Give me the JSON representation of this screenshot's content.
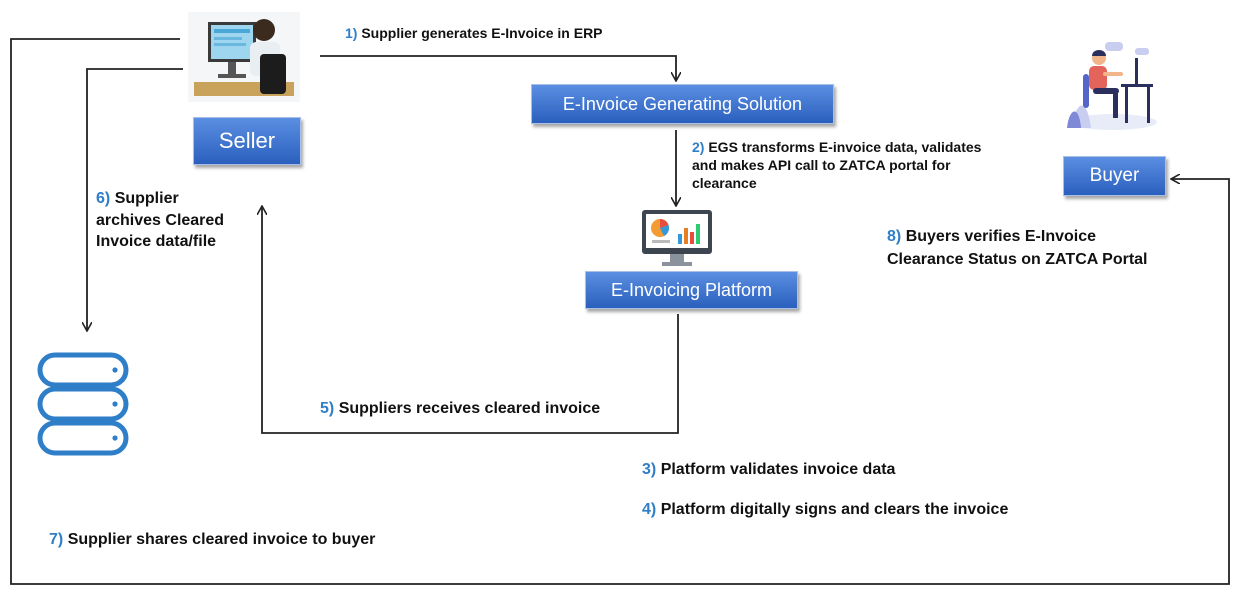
{
  "nodes": {
    "seller": "Seller",
    "egs": "E-Invoice Generating Solution",
    "platform": "E-Invoicing Platform",
    "buyer": "Buyer"
  },
  "steps": [
    {
      "num": "1)",
      "text": "Supplier generates E-Invoice in ERP"
    },
    {
      "num": "2)",
      "lines": [
        "EGS transforms E-invoice data, validates",
        "and makes API call to ZATCA portal for",
        "clearance"
      ]
    },
    {
      "num": "3)",
      "text": "Platform validates invoice data"
    },
    {
      "num": "4)",
      "text": "Platform digitally signs and clears the invoice"
    },
    {
      "num": "5)",
      "text": "Suppliers receives cleared invoice"
    },
    {
      "num": "6)",
      "lines": [
        "Supplier",
        "archives Cleared",
        "Invoice data/file"
      ]
    },
    {
      "num": "7)",
      "text": "Supplier shares cleared invoice to buyer"
    },
    {
      "num": "8)",
      "lines": [
        "Buyers verifies E-Invoice",
        "Clearance Status on ZATCA Portal"
      ]
    }
  ],
  "icons": [
    "seller-person-computer-icon",
    "buyer-person-desk-icon",
    "platform-monitor-charts-icon",
    "database-icon"
  ],
  "colors": {
    "box_top": "#5b8fe2",
    "box_bottom": "#2a5fbe",
    "step_number": "#2f7ec8",
    "arrow": "#222222"
  }
}
